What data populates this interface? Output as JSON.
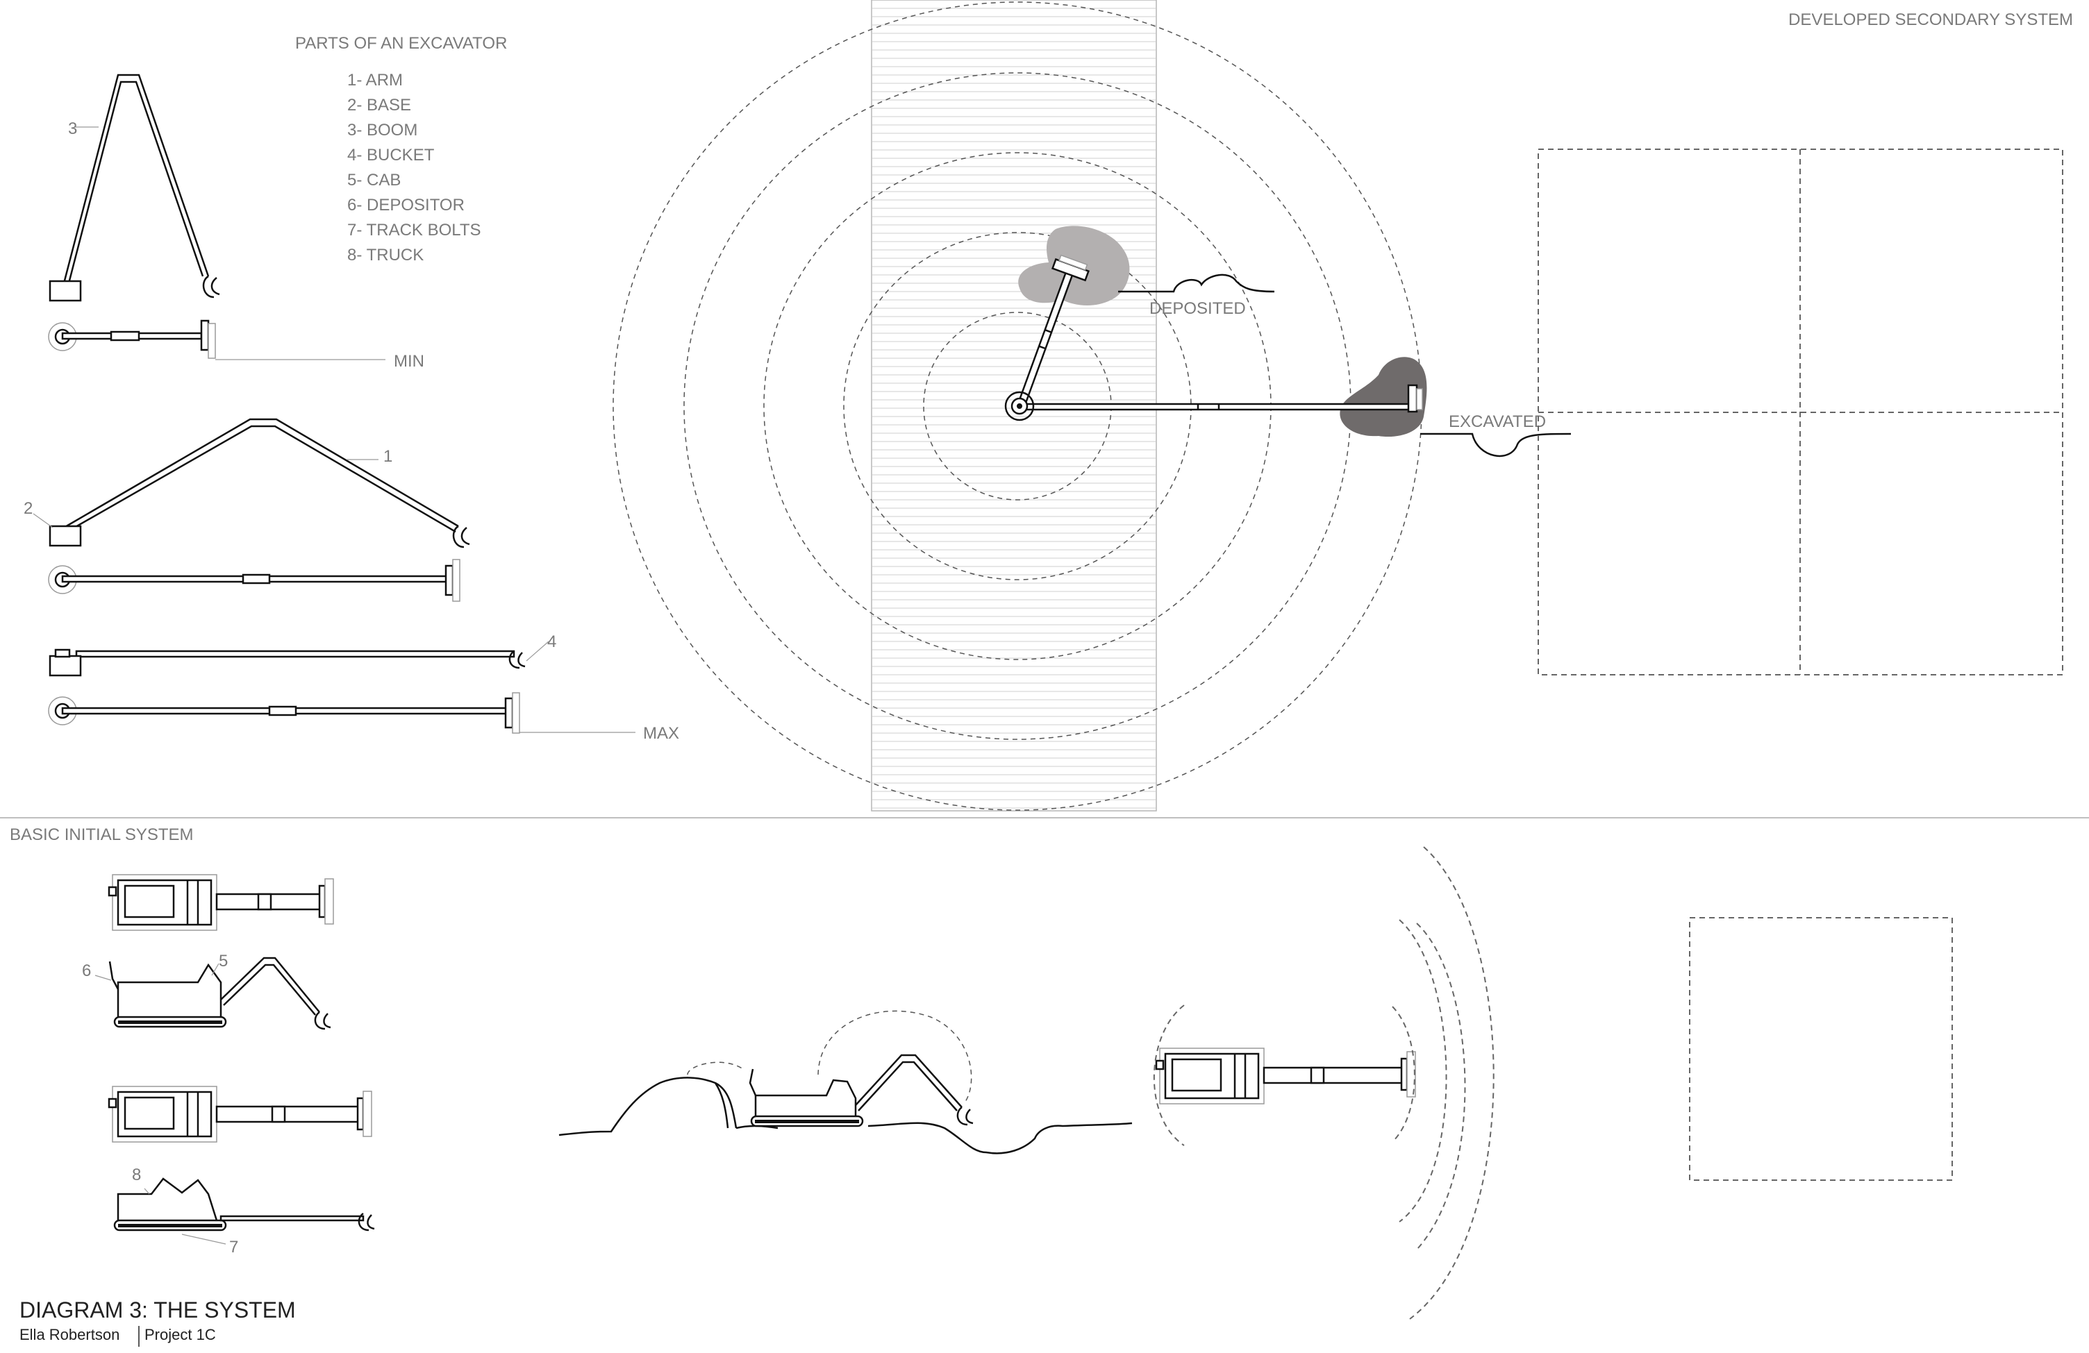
{
  "diagram": {
    "title": "DIAGRAM 3: THE SYSTEM",
    "author": "Ella Robertson",
    "project": "Project 1C"
  },
  "sections": {
    "developed": "DEVELOPED SECONDARY SYSTEM",
    "basic": "BASIC INITIAL SYSTEM"
  },
  "parts": {
    "heading": "PARTS OF AN EXCAVATOR",
    "items": [
      "1- ARM",
      "2- BASE",
      "3- BOOM",
      "4- BUCKET",
      "5- CAB",
      "6- DEPOSITOR",
      "7- TRACK BOLTS",
      "8- TRUCK"
    ]
  },
  "labels": {
    "min": "MIN",
    "max": "MAX",
    "deposited": "DEPOSITED",
    "excavated": "EXCAVATED"
  },
  "callouts": {
    "n1": "1",
    "n2": "2",
    "n3": "3",
    "n4": "4",
    "n5": "5",
    "n6": "6",
    "n7": "7",
    "n8": "8"
  },
  "colors": {
    "ink": "#111111",
    "gray_line": "#999999",
    "pile_light": "#b3b0b0",
    "pile_dark": "#6f6b6b"
  }
}
